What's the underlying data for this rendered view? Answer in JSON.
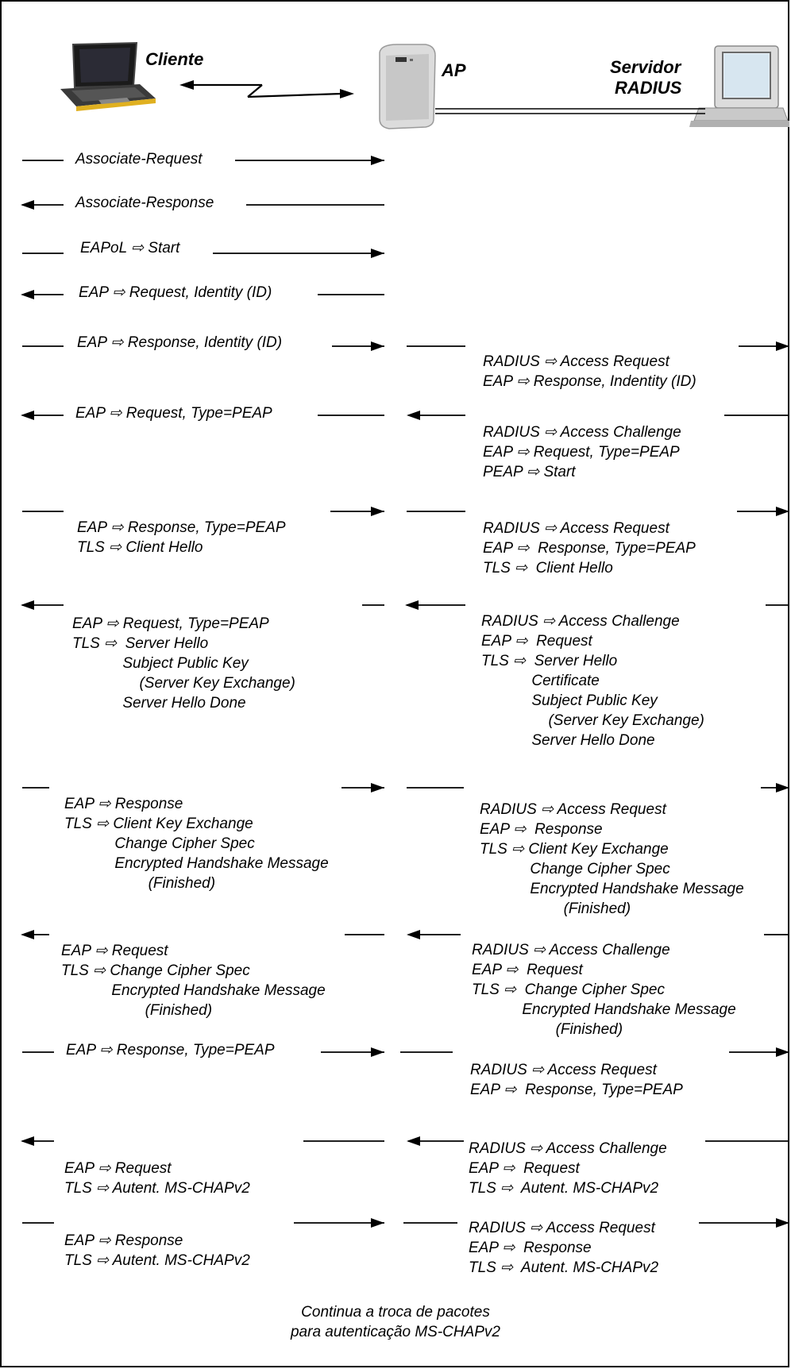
{
  "entities": {
    "client": [
      "Cliente"
    ],
    "ap": [
      "AP"
    ],
    "server": [
      "Servidor",
      "RADIUS"
    ]
  },
  "client_side": [
    {
      "lines": [
        "Associate-Request"
      ],
      "dir": "right"
    },
    {
      "lines": [
        "Associate-Response"
      ],
      "dir": "left"
    },
    {
      "lines": [
        "EAPoL ⇨ Start"
      ],
      "dir": "right"
    },
    {
      "lines": [
        "EAP ⇨ Request, Identity (ID)"
      ],
      "dir": "left"
    },
    {
      "lines": [
        "EAP ⇨ Response, Identity (ID)"
      ],
      "dir": "right"
    },
    {
      "lines": [
        "EAP ⇨ Request, Type=PEAP"
      ],
      "dir": "left"
    },
    {
      "lines": [
        "EAP ⇨ Response, Type=PEAP",
        "TLS ⇨ Client Hello"
      ],
      "dir": "right"
    },
    {
      "lines": [
        "EAP ⇨ Request, Type=PEAP",
        "TLS ⇨  Server Hello",
        "            Subject Public Key",
        "                (Server Key Exchange)",
        "            Server Hello Done"
      ],
      "dir": "left"
    },
    {
      "lines": [
        "EAP ⇨ Response",
        "TLS ⇨ Client Key Exchange",
        "            Change Cipher Spec",
        "            Encrypted Handshake Message",
        "                    (Finished)"
      ],
      "dir": "right"
    },
    {
      "lines": [
        "EAP ⇨ Request",
        "TLS ⇨ Change Cipher Spec",
        "            Encrypted Handshake Message",
        "                    (Finished)"
      ],
      "dir": "left"
    },
    {
      "lines": [
        "EAP ⇨ Response, Type=PEAP"
      ],
      "dir": "right"
    },
    {
      "lines": [
        "EAP ⇨ Request",
        "TLS ⇨ Autent. MS-CHAPv2"
      ],
      "dir": "left"
    },
    {
      "lines": [
        "EAP ⇨ Response",
        "TLS ⇨ Autent. MS-CHAPv2"
      ],
      "dir": "right"
    }
  ],
  "server_side": [
    {
      "lines": [
        "RADIUS ⇨ Access Request",
        "EAP ⇨ Response, Indentity (ID)"
      ],
      "dir": "right"
    },
    {
      "lines": [
        "RADIUS ⇨ Access Challenge",
        "EAP ⇨ Request, Type=PEAP",
        "PEAP ⇨ Start"
      ],
      "dir": "left"
    },
    {
      "lines": [
        "RADIUS ⇨ Access Request",
        "EAP ⇨  Response, Type=PEAP",
        "TLS ⇨  Client Hello"
      ],
      "dir": "right"
    },
    {
      "lines": [
        "RADIUS ⇨ Access Challenge",
        "EAP ⇨  Request",
        "TLS ⇨  Server Hello",
        "            Certificate",
        "            Subject Public Key",
        "                (Server Key Exchange)",
        "            Server Hello Done"
      ],
      "dir": "left"
    },
    {
      "lines": [
        "RADIUS ⇨ Access Request",
        "EAP ⇨  Response",
        "TLS ⇨ Client Key Exchange",
        "            Change Cipher Spec",
        "            Encrypted Handshake Message",
        "                    (Finished)"
      ],
      "dir": "right"
    },
    {
      "lines": [
        "RADIUS ⇨ Access Challenge",
        "EAP ⇨  Request",
        "TLS ⇨  Change Cipher Spec",
        "            Encrypted Handshake Message",
        "                    (Finished)"
      ],
      "dir": "left"
    },
    {
      "lines": [
        "RADIUS ⇨ Access Request",
        "EAP ⇨  Response, Type=PEAP"
      ],
      "dir": "right"
    },
    {
      "lines": [
        "RADIUS ⇨ Access Challenge",
        "EAP ⇨  Request",
        "TLS ⇨  Autent. MS-CHAPv2"
      ],
      "dir": "left"
    },
    {
      "lines": [
        "RADIUS ⇨ Access Request",
        "EAP ⇨  Response",
        "TLS ⇨  Autent. MS-CHAPv2"
      ],
      "dir": "right"
    }
  ],
  "footer": [
    "Continua a troca de pacotes",
    "para autenticação MS-CHAPv2"
  ]
}
